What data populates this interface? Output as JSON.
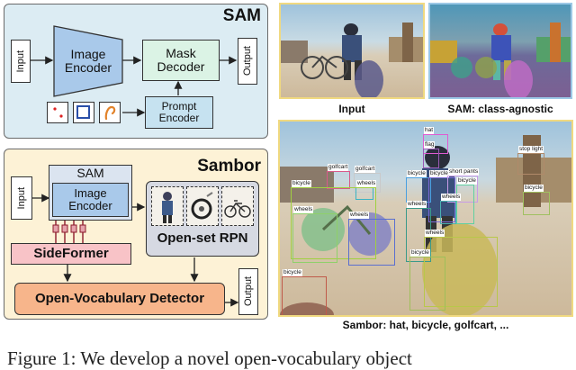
{
  "sam_panel": {
    "title": "SAM",
    "input_label": "Input",
    "image_encoder_label": "Image Encoder",
    "mask_decoder_label": "Mask Decoder",
    "prompt_encoder_label": "Prompt Encoder",
    "output_label": "Output",
    "prompt_icons": [
      "points-icon",
      "box-icon",
      "scribble-icon"
    ]
  },
  "sambor_panel": {
    "title": "Sambor",
    "input_label": "Input",
    "sam_label": "SAM",
    "image_encoder_label": "Image Encoder",
    "sideformer_label": "SideFormer",
    "rpn_label": "Open-set RPN",
    "detector_label": "Open-Vocabulary Detector",
    "output_label": "Output"
  },
  "photos": {
    "input_caption": "Input",
    "sam_caption": "SAM: class-agnostic",
    "sambor_caption": "Sambor: hat, bicycle, golfcart, ...",
    "detection_labels": [
      "hat",
      "flag",
      "golfcart",
      "golfcart",
      "wheels",
      "bicycle",
      "bicycle",
      "bicycle",
      "short pants",
      "bicycle",
      "wheels",
      "wheels",
      "wheels",
      "wheels",
      "wheels",
      "bicycle",
      "bicycle",
      "bicycle",
      "stop light"
    ]
  },
  "colors": {
    "sam_panel_bg": "#dcecf3",
    "sambor_panel_bg": "#fdf2d6",
    "encoder_blue": "#a9c9ea",
    "decoder_green": "#dbf3e5",
    "prompt_blue": "#c6e2f0",
    "sideformer_pink": "#f8c3c7",
    "rpn_grey": "#d6d9e2",
    "detector_orange": "#f7b58b"
  },
  "figure_caption": {
    "prefix": "Figure 1: We develop a novel open-vocabulary object"
  }
}
